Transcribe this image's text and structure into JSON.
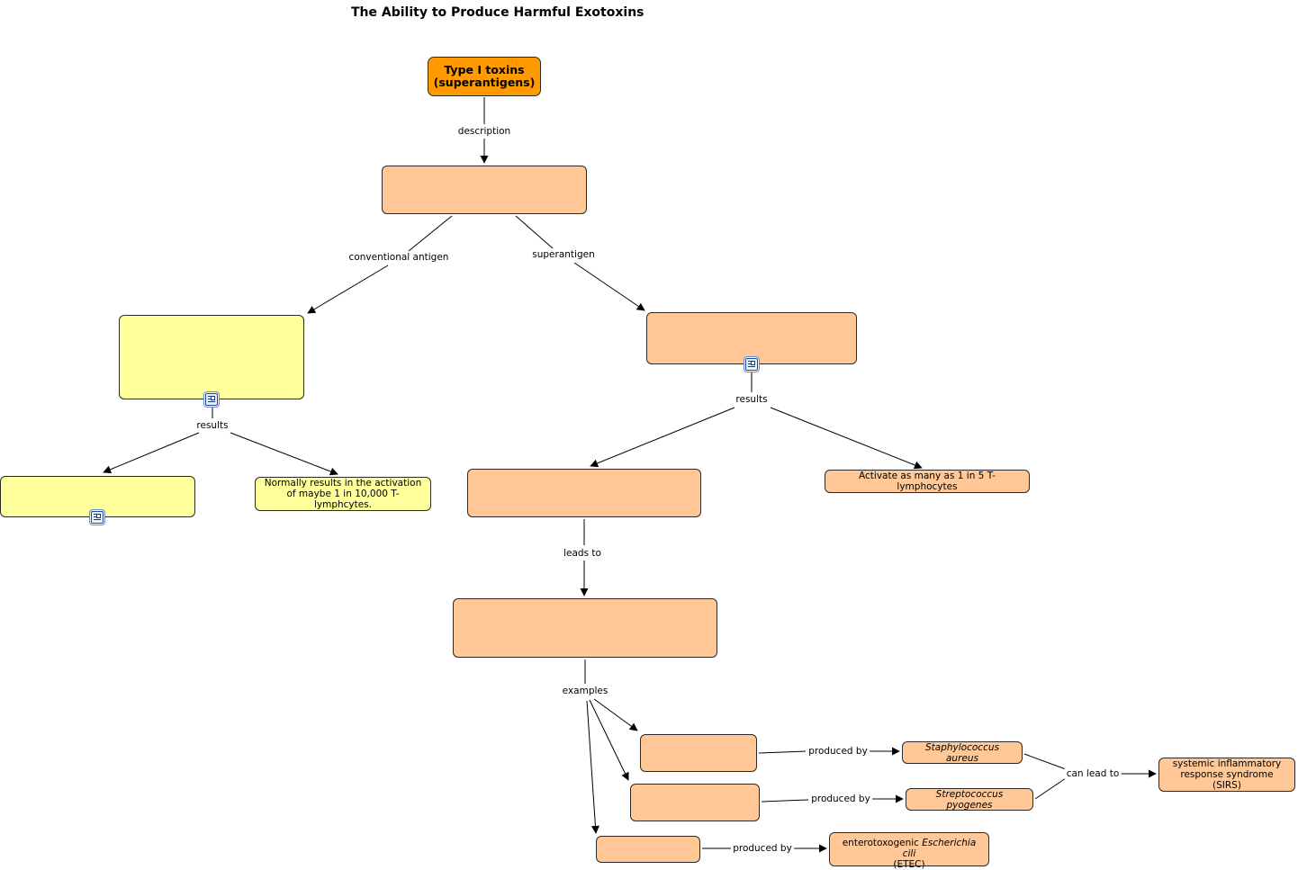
{
  "title": "The Ability to Produce Harmful Exotoxins",
  "nodes": {
    "type1": "Type I toxins (superantigens)",
    "description_box": "",
    "conventional_box": "",
    "superantigen_box": "",
    "conventional_result_left": "",
    "normally_results": "Normally results in the activation of maybe 1 in 10,000 T-lymphcytes.",
    "super_result_left": "",
    "activate_as_many": "Activate as many as 1 in 5 T-lymphocytes",
    "leads_to_box": "",
    "example1": "",
    "example2": "",
    "example3": "",
    "staph": "Staphylococcus aureus",
    "strep": "Streptococcus pyogenes",
    "etec_prefix": "enterotoxogenic ",
    "etec_italic": "Escherichia cili",
    "etec_suffix": "(ETEC)",
    "sirs": "systemic inflammatory response syndrome (SIRS)"
  },
  "links": {
    "description": "description",
    "conventional_antigen": "conventional antigen",
    "superantigen": "superantigen",
    "results_left": "results",
    "results_right": "results",
    "leads_to": "leads to",
    "examples": "examples",
    "produced_by_1": "produced by",
    "produced_by_2": "produced by",
    "produced_by_3": "produced by",
    "can_lead_to": "can lead to"
  },
  "icons": [
    "document-icon",
    "document-icon",
    "document-icon"
  ],
  "colors": {
    "main_node": "#ff9a00",
    "peach_node": "#ffc896",
    "yellow_node": "#ffff9c",
    "line": "#000000"
  }
}
